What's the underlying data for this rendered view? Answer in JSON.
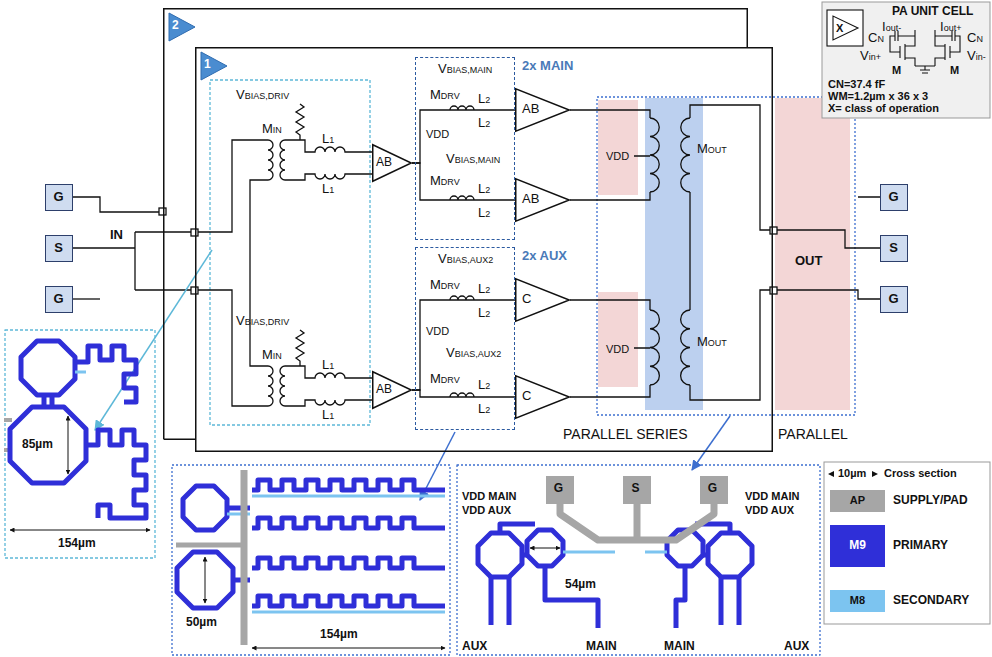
{
  "diagram": {
    "nodes": [
      {
        "text": [
          "2"
        ]
      },
      {
        "text": [
          "1"
        ]
      },
      {
        "text": [
          "2x MAIN"
        ],
        "in": 1
      },
      {
        "text": [
          "2x AUX"
        ],
        "in": 1
      },
      {
        "text": [
          "AB"
        ],
        "in": 1
      },
      {
        "text": [
          "AB"
        ],
        "in": 1
      },
      {
        "text": [
          "AB"
        ],
        "in": 1
      },
      {
        "text": [
          "AB"
        ],
        "in": 1
      },
      {
        "text": [
          "C"
        ],
        "in": 1
      },
      {
        "text": [
          "C"
        ],
        "in": 1
      },
      {
        "text": [
          "G"
        ]
      },
      {
        "text": [
          "S"
        ]
      },
      {
        "text": [
          "G"
        ]
      },
      {
        "text": [
          "G"
        ]
      },
      {
        "text": [
          "S"
        ]
      },
      {
        "text": [
          "G"
        ]
      },
      {
        "text": [
          "PA UNIT CELL",
          "CN=37.4 fF",
          "WM=1.2µm x 36 x 3",
          "X= class of operation"
        ]
      },
      {
        "text": [
          "G"
        ]
      },
      {
        "text": [
          "S"
        ]
      },
      {
        "text": [
          "G"
        ]
      }
    ],
    "edges": [
      {
        "from": 4,
        "to": 6,
        "arrow": "none"
      },
      {
        "from": 4,
        "to": 7,
        "arrow": "none"
      },
      {
        "from": 5,
        "to": 8,
        "arrow": "none"
      },
      {
        "from": 5,
        "to": 9,
        "arrow": "none"
      }
    ],
    "labels": [
      "VBIAS,DRIV",
      "MIN",
      "L1",
      "L1",
      "VDD",
      "VBIAS,MAIN",
      "MDRV",
      "L2",
      "L2",
      "VBIAS,MAIN",
      "MDRV",
      "L2",
      "L2",
      "VBIAS,DRIV",
      "MIN",
      "L1",
      "L1",
      "VDD",
      "VBIAS,AUX2",
      "MDRV",
      "L2",
      "L2",
      "VBIAS,AUX2",
      "MDRV",
      "L2",
      "L2",
      "VDD",
      "MOUT",
      "VDD",
      "MOUT",
      "PARALLEL SERIES",
      "PARALLEL",
      "IN",
      "OUT",
      "X",
      "Iout-",
      "Iout+",
      "CN",
      "CN",
      "Vin+",
      "Vin-",
      "M",
      "M",
      "85µm",
      "154µm",
      "50µm",
      "154µm",
      "VDD MAIN",
      "VDD AUX",
      "VDD MAIN",
      "VDD AUX",
      "54µm",
      "AUX",
      "MAIN",
      "MAIN",
      "AUX",
      "10µm",
      "Cross section",
      "AP",
      "M9",
      "M8"
    ],
    "legend": [
      {
        "text": "SUPPLY/PAD",
        "color": "#a6a6a6"
      },
      {
        "text": "PRIMARY",
        "color": "#2f2fd8"
      },
      {
        "text": "SECONDARY",
        "color": "#7cc4f0"
      }
    ]
  }
}
